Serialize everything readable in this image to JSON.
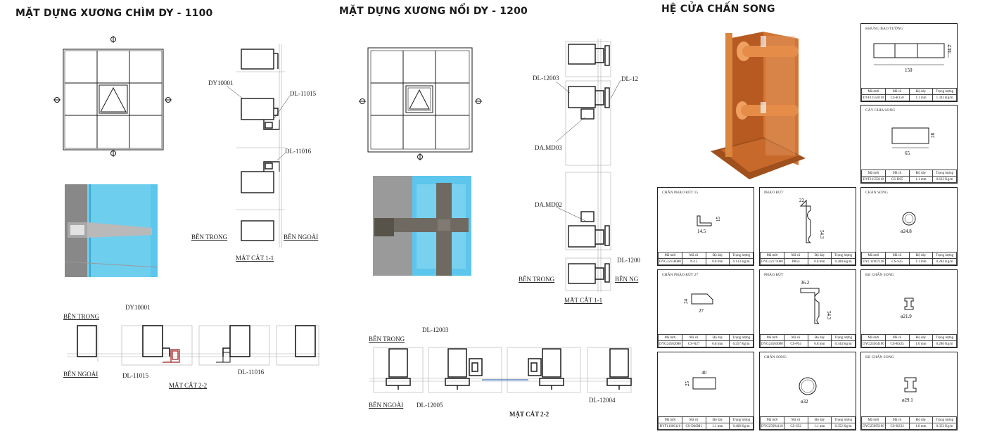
{
  "sections": {
    "chim": {
      "title": "MẶT DỰNG XƯƠNG CHÌM DY - 1100",
      "profile_dy10001": "DY10001",
      "profile_dl11015": "DL-11015",
      "profile_dl11016": "DL-11016",
      "ben_trong": "BÊN TRONG",
      "ben_ngoai": "BÊN NGOÀI",
      "section_1_1": "MẶT CẮT 1-1",
      "bottom_dy10001": "DY10001",
      "bottom_ben_trong": "BÊN TRONG",
      "bottom_ben_ngoai": "BÊN NGOÀI",
      "bottom_dl11015": "DL-11015",
      "bottom_dl11016": "DL-11016",
      "section_2_2": "MẶT CẮT 2-2"
    },
    "noi": {
      "title": "MẶT DỰNG XƯƠNG NỔI DY - 1200",
      "dl12003": "DL-12003",
      "dl12_cut": "DL-12",
      "damd03": "DA.MD03",
      "damd02": "DA.MD02",
      "dl1200_cut": "DL-1200",
      "ben_trong": "BÊN TRONG",
      "ben_ngoai_cut": "BÊN NG",
      "section_1_1": "MẶT CẮT 1-1",
      "bottom_dl12003": "DL-12003",
      "bottom_ben_trong": "BÊN TRONG",
      "bottom_ben_ngoai": "BÊN NGOÀI",
      "bottom_dl12005": "DL-12005",
      "bottom_dl12004": "DL-12004",
      "section_2_2": "MẶT CẮT 2-2"
    },
    "song": {
      "title": "HỆ CỬA CHẤN SONG"
    }
  },
  "table_headers": [
    "Mã mới",
    "Mã cũ",
    "Độ dày",
    "Trọng lượng"
  ],
  "cards": [
    {
      "id": "khung-bao-tuong",
      "title": "KHUNG BAO TƯỜNG",
      "dims": [
        "150",
        "34.2"
      ],
      "row": [
        "DYF11558110",
        "CS-K150",
        "1.1 mm",
        "1.343 Kg/m"
      ]
    },
    {
      "id": "cay-chia-song",
      "title": "CÂY CHIA SONG",
      "dims": [
        "65",
        "28"
      ],
      "row": [
        "DYF11559110",
        "CS-D65",
        "1.1 mm",
        "0.633 Kg/m"
      ]
    },
    {
      "id": "chan-phao-rut-15",
      "title": "CHÂN PHÀO RÚT 15",
      "dims": [
        "14.5",
        "15"
      ],
      "row": [
        "DYG32158080",
        "N-15",
        "0.8 mm",
        "0.133 Kg/m"
      ]
    },
    {
      "id": "phao-rut-1",
      "title": "PHÀO RÚT",
      "dims": [
        "22",
        "54.3"
      ],
      "row": [
        "DYG32171080",
        "PR54",
        "0.8 mm",
        "0.280 Kg/m"
      ]
    },
    {
      "id": "chan-song-1",
      "title": "CHÂN SONG",
      "dims": [
        "ø24.8"
      ],
      "row": [
        "DYC11907118",
        "CS-S25",
        "1.1 mm",
        "0.284 Kg/m"
      ]
    },
    {
      "id": "chan-phao-rut-27",
      "title": "CHÂN PHÀO RÚT 27",
      "dims": [
        "27",
        "24"
      ],
      "row": [
        "DYG24562080",
        "CS-N27",
        "0.8 mm",
        "0.257 Kg/m"
      ]
    },
    {
      "id": "phao-rut-2",
      "title": "PHÀO RÚT",
      "dims": [
        "36.2",
        "54.3"
      ],
      "row": [
        "DYG24563080",
        "CS-P54",
        "0.8 mm",
        "0.344 Kg/m"
      ]
    },
    {
      "id": "ke-chan-song-1",
      "title": "KE CHẤN SONG",
      "dims": [
        "ø21.9"
      ],
      "row": [
        "DYG24564100",
        "CS-KS25",
        "1.0 mm",
        "0.286 Kg/m"
      ]
    },
    {
      "id": "thanh-40",
      "title": "",
      "dims": [
        "40",
        "25"
      ],
      "row": [
        "DYF11606110",
        "CS-D40M1",
        "1.1 mm",
        "0.408 Kg/m"
      ]
    },
    {
      "id": "chan-song-2",
      "title": "CHẤN SONG",
      "dims": [
        "ø32"
      ],
      "row": [
        "DYG25094110",
        "CS-S32",
        "1.1 mm",
        "0.352 Kg/m"
      ]
    },
    {
      "id": "ke-chan-song-2",
      "title": "KE CHẤN SONG",
      "dims": [
        "ø29.1"
      ],
      "row": [
        "DYG25095100",
        "CS-KS32",
        "1.0 mm",
        "0.352 Kg/m"
      ]
    }
  ],
  "colors": {
    "line": "#1a1a1a",
    "glass_blue": "#5cc6ec",
    "frame_grey": "#6e6a62",
    "wood_orange": "#c0652a",
    "accent_red": "#a01818"
  }
}
